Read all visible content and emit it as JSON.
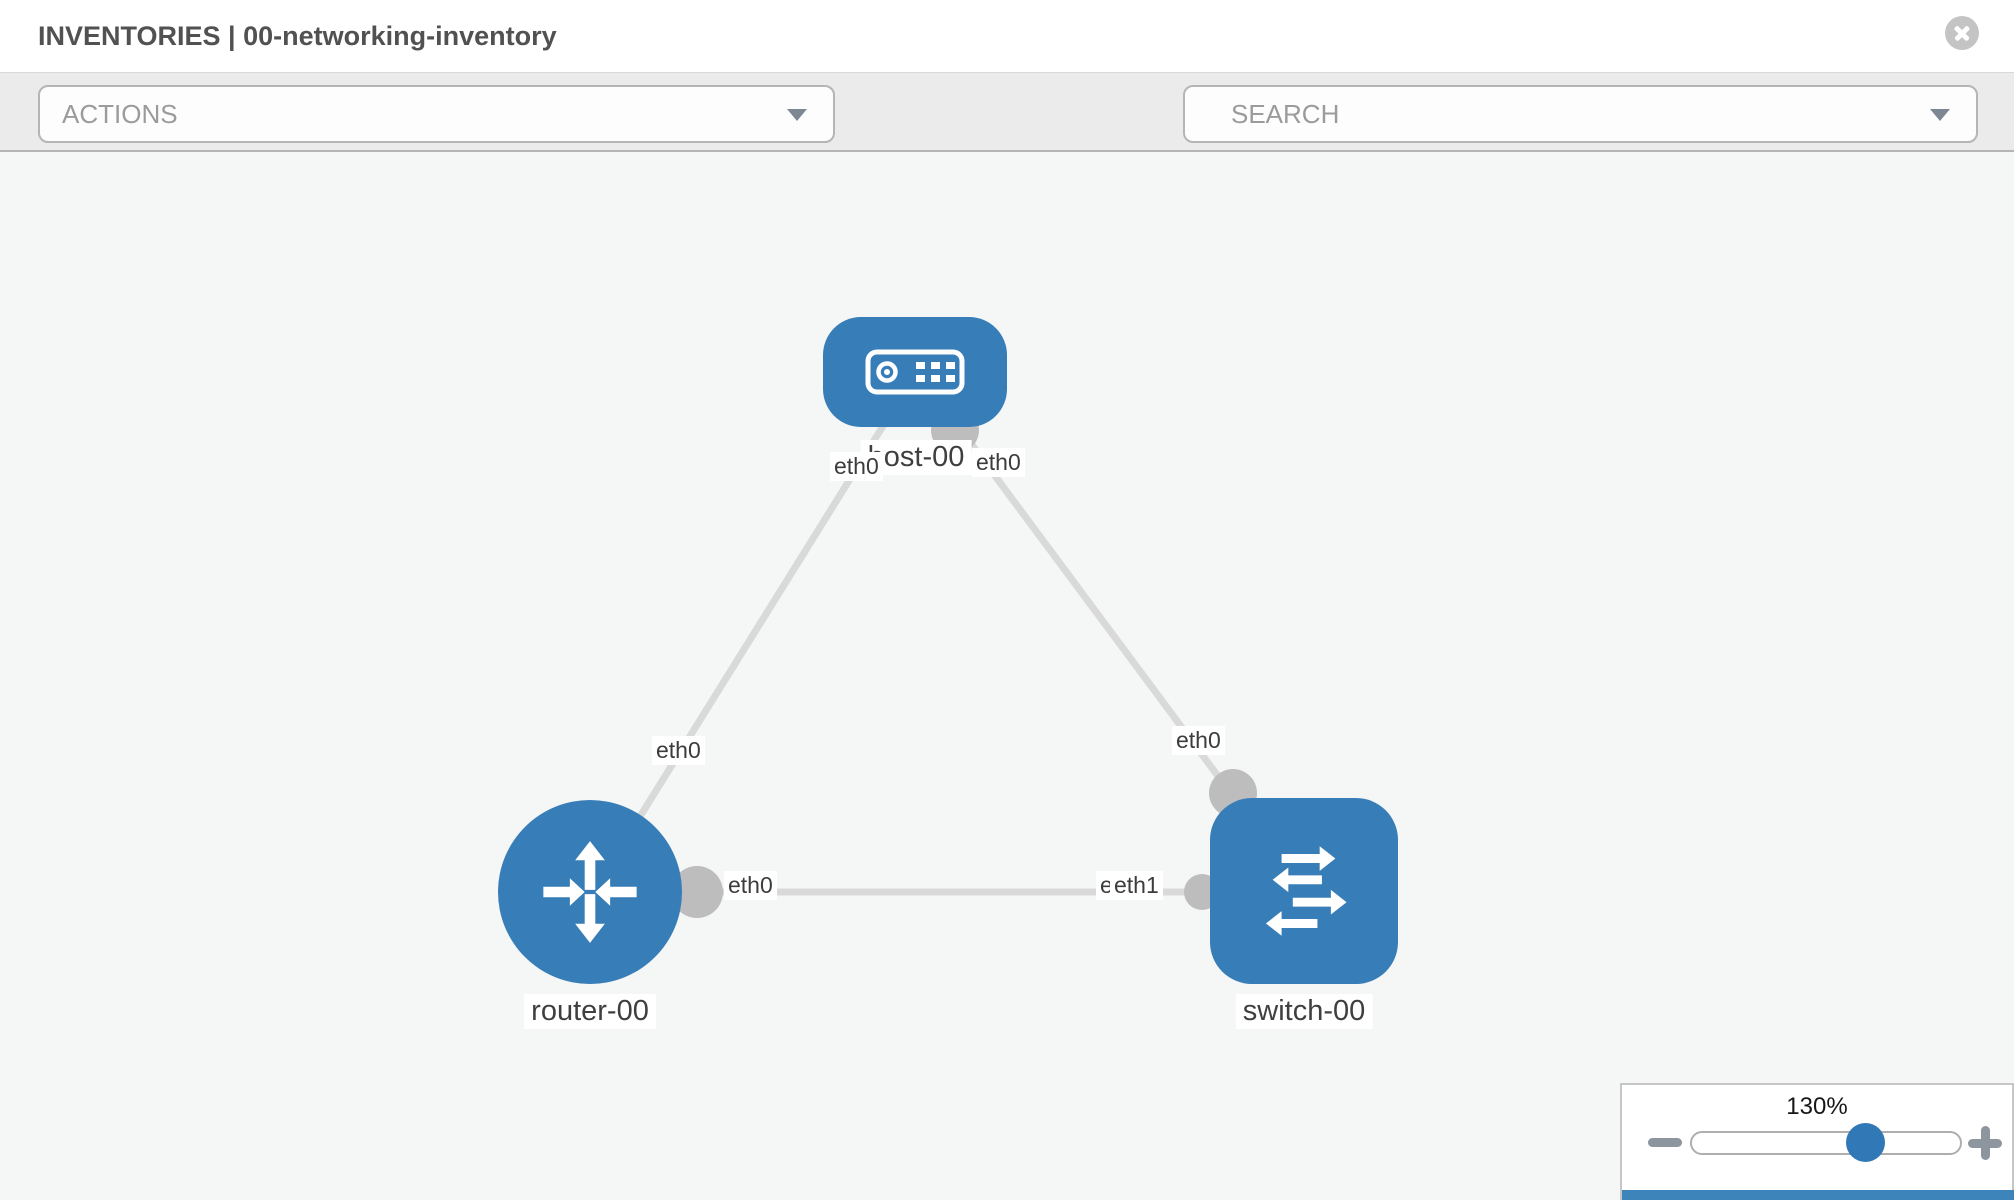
{
  "header": {
    "title": "INVENTORIES | 00-networking-inventory"
  },
  "toolbar": {
    "actions_placeholder": "ACTIONS",
    "search_placeholder": "SEARCH"
  },
  "topology": {
    "nodes": [
      {
        "id": "host-00",
        "type": "host",
        "label": "host-00"
      },
      {
        "id": "router-00",
        "type": "router",
        "label": "router-00"
      },
      {
        "id": "switch-00",
        "type": "switch",
        "label": "switch-00"
      }
    ],
    "links": [
      {
        "source": "router-00",
        "target": "host-00",
        "source_interface": "eth0",
        "target_interface": "eth0"
      },
      {
        "source": "host-00",
        "target": "switch-00",
        "source_interface": "eth0",
        "target_interface": "eth0"
      },
      {
        "source": "router-00",
        "target": "switch-00",
        "source_interface": "eth0",
        "target_interface": "eth1",
        "overlapped_interface_label": "eth0"
      }
    ]
  },
  "zoom_control": {
    "level": "130%"
  },
  "colors": {
    "node_blue": "#377db8",
    "slider_thumb_blue": "#3178b6",
    "link_gray": "#d9d9d9",
    "connector_gray": "#bdbdbd",
    "bottom_bar_blue": "#3d84bb"
  }
}
